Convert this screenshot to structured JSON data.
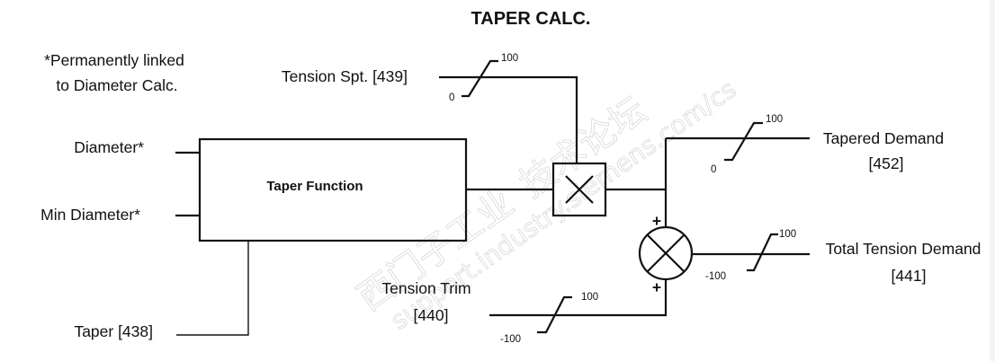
{
  "title": "TAPER CALC.",
  "note": {
    "line1": "*Permanently linked",
    "line2": "to Diameter Calc."
  },
  "inputs": {
    "tension_spt": "Tension Spt. [439]",
    "diameter": "Diameter*",
    "min_diameter": "Min Diameter*",
    "taper": "Taper [438]",
    "tension_trim_line1": "Tension Trim",
    "tension_trim_line2": "[440]"
  },
  "blocks": {
    "taper_function": "Taper Function",
    "multiplier": "multiply",
    "summer": "sum",
    "summer_top_sign": "+",
    "summer_bottom_sign": "+"
  },
  "outputs": {
    "tapered_demand_line1": "Tapered Demand",
    "tapered_demand_line2": "[452]",
    "total_tension_line1": "Total Tension Demand",
    "total_tension_line2": "[441]"
  },
  "limiters": {
    "tension_spt": {
      "min": "0",
      "max": "100"
    },
    "tapered_demand": {
      "min": "0",
      "max": "100"
    },
    "total_tension": {
      "min": "-100",
      "max": "100"
    },
    "tension_trim": {
      "min": "-100",
      "max": "100"
    }
  },
  "watermark": {
    "cn1": "西门子工业",
    "cn2": "技术论坛",
    "url": "support.industry.siemens.com/cs"
  }
}
